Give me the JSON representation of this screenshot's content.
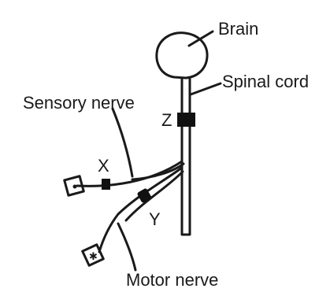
{
  "diagram": {
    "labels": {
      "brain": "Brain",
      "spinal_cord": "Spinal cord",
      "sensory_nerve": "Sensory nerve",
      "motor_nerve": "Motor nerve",
      "x": "X",
      "y": "Y",
      "z": "Z"
    }
  }
}
